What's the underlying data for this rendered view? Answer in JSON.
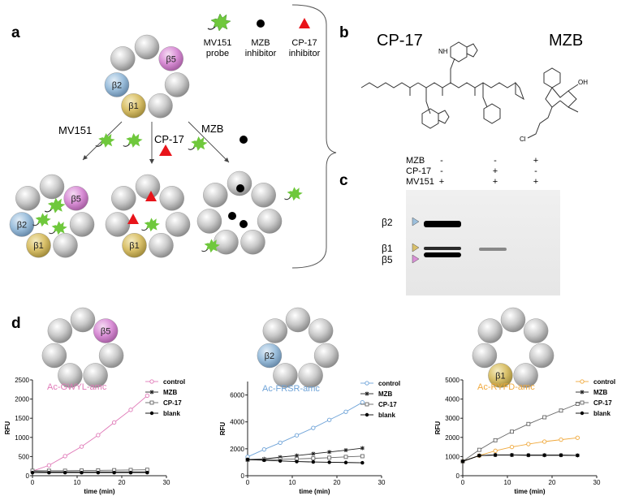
{
  "panel_labels": {
    "a": "a",
    "b": "b",
    "c": "c",
    "d": "d"
  },
  "legend_a": {
    "probe_line1": "MV151",
    "probe_line2": "probe",
    "mzb_line1": "MZB",
    "mzb_line2": "inhibitor",
    "cp_line1": "CP-17",
    "cp_line2": "inhibitor"
  },
  "subunits": {
    "b5": "β5",
    "b2": "β2",
    "b1": "β1"
  },
  "treatments": {
    "mv151": "MV151",
    "cp17": "CP-17",
    "mzb": "MZB"
  },
  "structures": {
    "cp17": "CP-17",
    "mzb": "MZB"
  },
  "gel": {
    "rows": [
      {
        "label": "MZB",
        "lanes": [
          "-",
          "-",
          "+"
        ]
      },
      {
        "label": "CP-17",
        "lanes": [
          "-",
          "+",
          "-"
        ]
      },
      {
        "label": "MV151",
        "lanes": [
          "+",
          "+",
          "+"
        ]
      }
    ],
    "band_labels": [
      "β2",
      "β1",
      "β5"
    ]
  },
  "colors": {
    "beta5": "#d98fd6",
    "beta2": "#9cbfdc",
    "beta1": "#d9c06a",
    "probe": "#6fc83c",
    "inhibitor_cp17": "#e8141a",
    "inhibitor_mzb": "#000000",
    "series_control": [
      "#e07ab8",
      "#6ea3d8",
      "#f0a93c"
    ]
  },
  "chart_data": [
    {
      "type": "line",
      "title": "Ac-GWYL-amc",
      "xlabel": "time (min)",
      "ylabel": "RFU",
      "xlim": [
        0,
        30
      ],
      "ylim": [
        0,
        2500
      ],
      "xticks": [
        0,
        10,
        20,
        30
      ],
      "yticks": [
        0,
        500,
        1000,
        1500,
        2000,
        2500
      ],
      "legend_position": "top-right",
      "series": [
        {
          "name": "control",
          "color": "#e07ab8",
          "marker": "open-circle",
          "x": [
            0,
            3.7,
            7.3,
            11,
            14.7,
            18.3,
            22,
            25.7
          ],
          "y": [
            120,
            270,
            510,
            760,
            1060,
            1390,
            1720,
            2090
          ]
        },
        {
          "name": "MZB",
          "color": "#222222",
          "marker": "star",
          "x": [
            0,
            3.7,
            7.3,
            11,
            14.7,
            18.3,
            22,
            25.7
          ],
          "y": [
            110,
            100,
            100,
            100,
            100,
            100,
            100,
            100
          ]
        },
        {
          "name": "CP-17",
          "color": "#666666",
          "marker": "open-square",
          "x": [
            0,
            3.7,
            7.3,
            11,
            14.7,
            18.3,
            22,
            25.7
          ],
          "y": [
            130,
            130,
            130,
            135,
            140,
            145,
            150,
            155
          ]
        },
        {
          "name": "blank",
          "color": "#000000",
          "marker": "filled-circle",
          "x": [
            0,
            3.7,
            7.3,
            11,
            14.7,
            18.3,
            22,
            25.7
          ],
          "y": [
            80,
            80,
            80,
            80,
            80,
            80,
            80,
            80
          ]
        }
      ]
    },
    {
      "type": "line",
      "title": "Ac-FRSR-amc",
      "xlabel": "time (min)",
      "ylabel": "RFU",
      "xlim": [
        0,
        30
      ],
      "ylim": [
        0,
        7000
      ],
      "xticks": [
        0,
        10,
        20,
        30
      ],
      "yticks": [
        0,
        2000,
        4000,
        6000
      ],
      "legend_position": "top-right",
      "series": [
        {
          "name": "control",
          "color": "#6ea3d8",
          "marker": "open-circle",
          "x": [
            0,
            3.7,
            7.3,
            11,
            14.7,
            18.3,
            22,
            25.7
          ],
          "y": [
            1400,
            1950,
            2450,
            3000,
            3550,
            4150,
            4750,
            5450
          ]
        },
        {
          "name": "MZB",
          "color": "#222222",
          "marker": "star",
          "x": [
            0,
            3.7,
            7.3,
            11,
            14.7,
            18.3,
            22,
            25.7
          ],
          "y": [
            1200,
            1250,
            1380,
            1500,
            1630,
            1760,
            1900,
            2050
          ]
        },
        {
          "name": "CP-17",
          "color": "#666666",
          "marker": "open-square",
          "x": [
            0,
            3.7,
            7.3,
            11,
            14.7,
            18.3,
            22,
            25.7
          ],
          "y": [
            1180,
            1200,
            1220,
            1250,
            1290,
            1340,
            1400,
            1450
          ]
        },
        {
          "name": "blank",
          "color": "#000000",
          "marker": "filled-circle",
          "x": [
            0,
            3.7,
            7.3,
            11,
            14.7,
            18.3,
            22,
            25.7
          ],
          "y": [
            1200,
            1150,
            1100,
            1050,
            1020,
            1000,
            980,
            960
          ]
        }
      ]
    },
    {
      "type": "line",
      "title": "Ac-RYFD-amc",
      "xlabel": "time (min)",
      "ylabel": "RFU",
      "xlim": [
        0,
        30
      ],
      "ylim": [
        0,
        5000
      ],
      "xticks": [
        0,
        10,
        20,
        30
      ],
      "yticks": [
        0,
        1000,
        2000,
        3000,
        4000,
        5000
      ],
      "legend_position": "top-right",
      "series": [
        {
          "name": "control",
          "color": "#f0a93c",
          "marker": "open-circle",
          "x": [
            0,
            3.7,
            7.3,
            11,
            14.7,
            18.3,
            22,
            25.7
          ],
          "y": [
            750,
            1050,
            1300,
            1500,
            1650,
            1780,
            1880,
            1980
          ]
        },
        {
          "name": "MZB",
          "color": "#222222",
          "marker": "star",
          "x": [
            0,
            3.7,
            7.3,
            11,
            14.7,
            18.3,
            22,
            25.7
          ],
          "y": [
            750,
            1050,
            1080,
            1080,
            1070,
            1070,
            1070,
            1060
          ]
        },
        {
          "name": "CP-17",
          "color": "#666666",
          "marker": "open-square",
          "x": [
            0,
            3.7,
            7.3,
            11,
            14.7,
            18.3,
            22,
            25.7
          ],
          "y": [
            750,
            1350,
            1850,
            2300,
            2700,
            3050,
            3400,
            3750
          ]
        },
        {
          "name": "blank",
          "color": "#000000",
          "marker": "filled-circle",
          "x": [
            0,
            3.7,
            7.3,
            11,
            14.7,
            18.3,
            22,
            25.7
          ],
          "y": [
            750,
            1050,
            1080,
            1080,
            1070,
            1070,
            1070,
            1060
          ]
        }
      ]
    }
  ]
}
